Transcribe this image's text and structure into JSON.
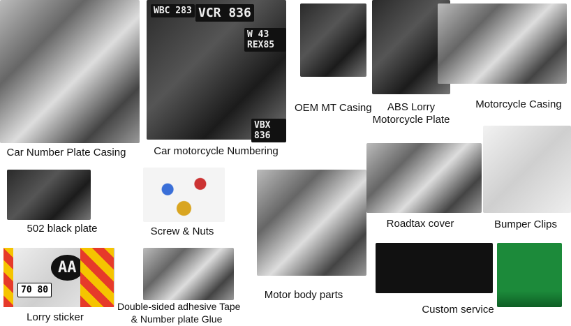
{
  "categories": [
    {
      "label": "Car Number Plate Casing"
    },
    {
      "label": "Car motorcycle Numbering"
    },
    {
      "label": "OEM MT Casing"
    },
    {
      "label_line1": "ABS Lorry",
      "label_line2": "Motorcycle Plate"
    },
    {
      "label": "Motorcycle Casing"
    },
    {
      "label": "502 black plate"
    },
    {
      "label": "Screw & Nuts"
    },
    {
      "label": "Motor body parts"
    },
    {
      "label": "Roadtax cover"
    },
    {
      "label": "Bumper Clips"
    },
    {
      "label": "Lorry sticker"
    },
    {
      "label_line1": "Double-sided adhesive Tape",
      "label_line2": "& Number plate Glue"
    },
    {
      "label": "Custom service"
    }
  ],
  "plate_samples": [
    "WBC 283",
    "VCR 836",
    "W 43 REX85",
    "VBX 836",
    "AA",
    "70 80"
  ]
}
